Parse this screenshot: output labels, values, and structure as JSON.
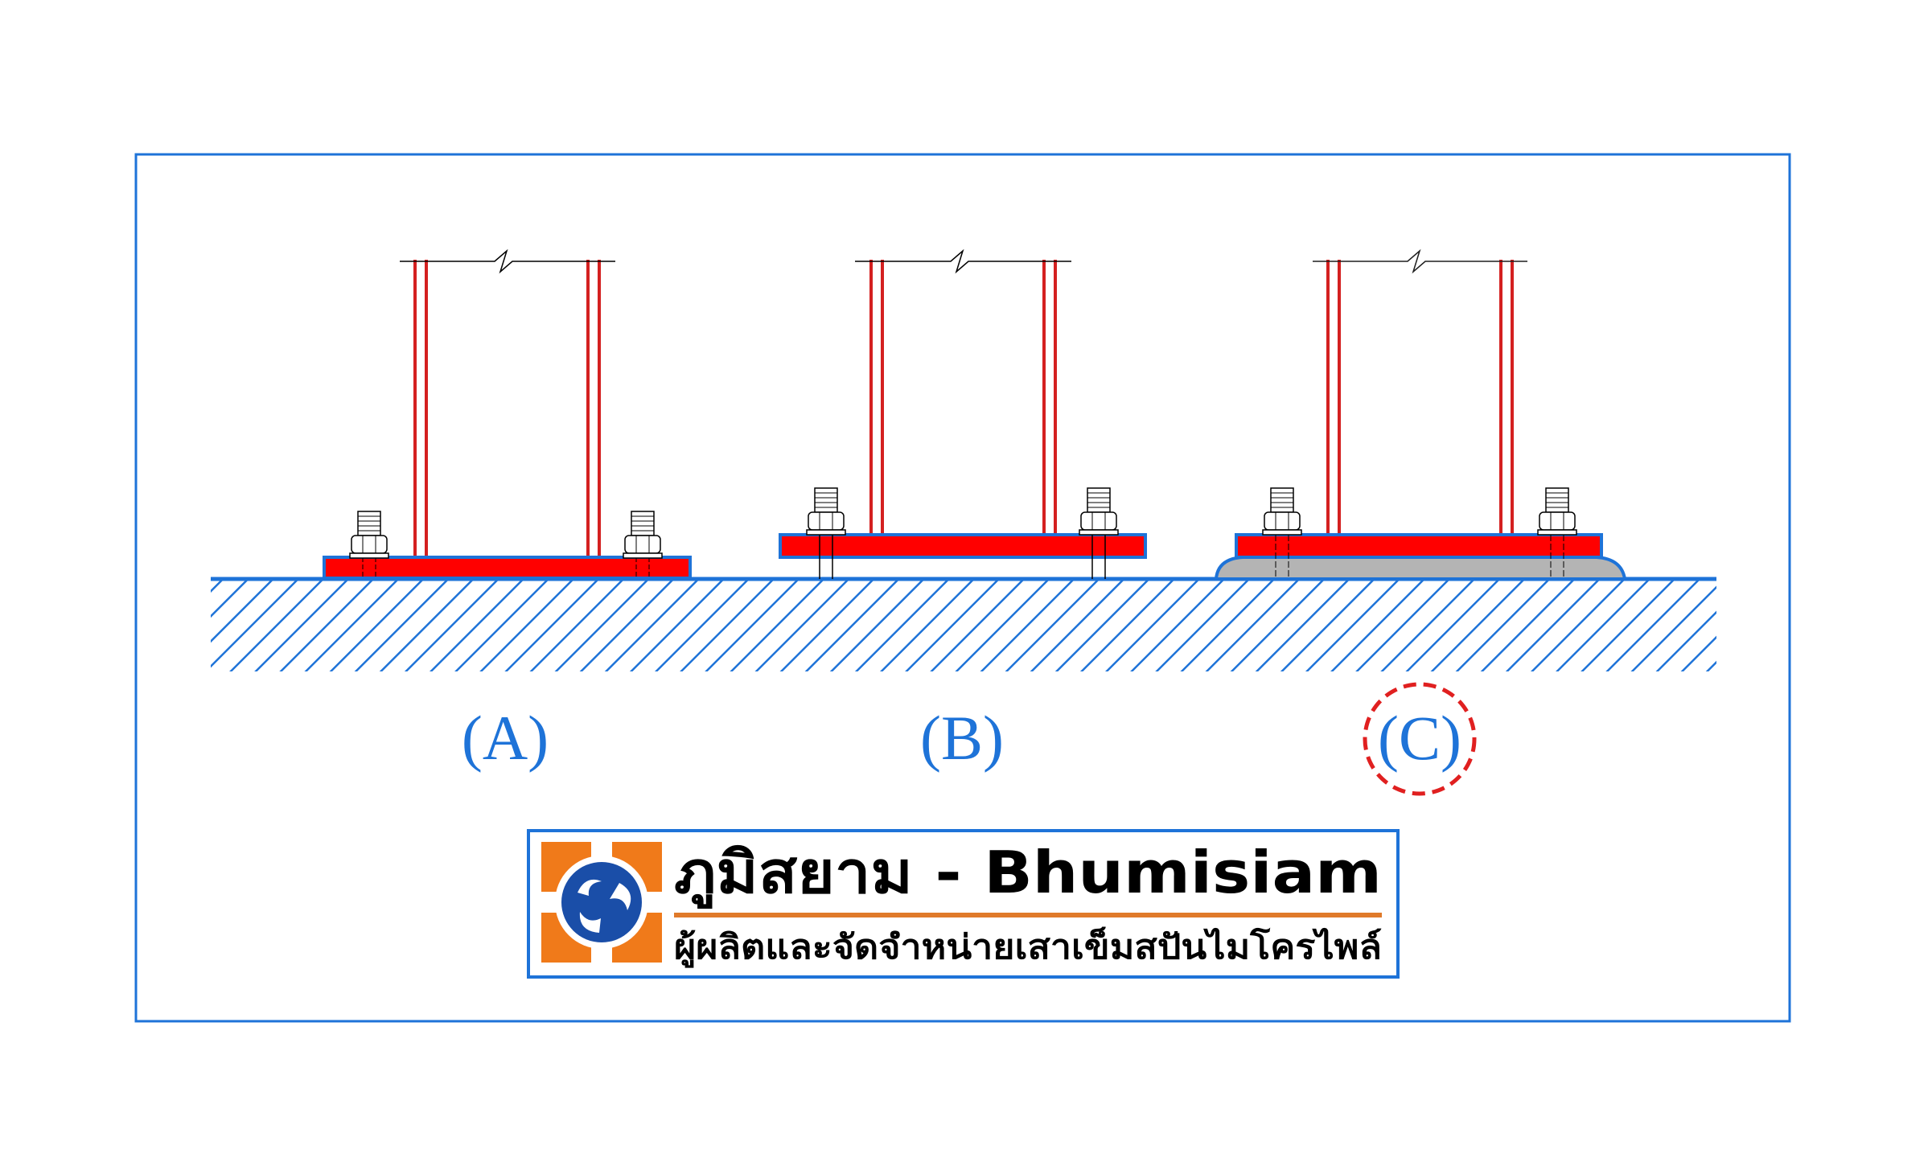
{
  "diagram": {
    "labels": [
      "(A)",
      "(B)",
      "(C)"
    ],
    "highlighted_label": "(C)",
    "colors": {
      "frame": "#1e73d8",
      "plate_fill": "#ff0000",
      "column": "#d42020",
      "grout": "#b4b4b4",
      "hatch": "#1e73d8",
      "highlight_circle": "#e02020"
    }
  },
  "logo": {
    "title": "ภูมิสยาม - Bhumisiam",
    "subtitle": "ผู้ผลิตและจัดจำหน่ายเสาเข็มสปันไมโครไพล์",
    "colors": {
      "orange": "#f07a1a",
      "blue": "#1a4ea8"
    }
  }
}
